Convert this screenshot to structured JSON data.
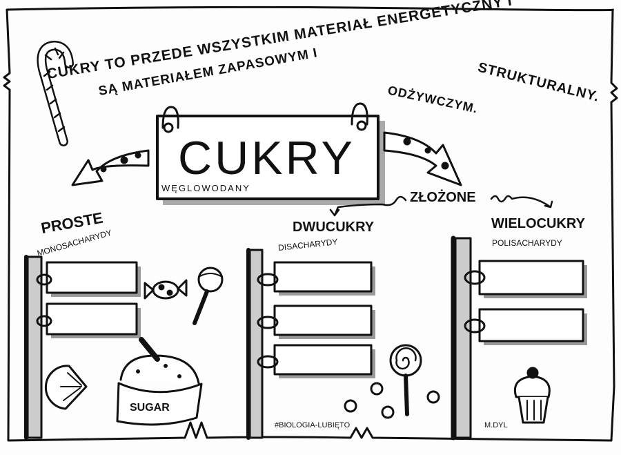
{
  "intro": {
    "line1": "CUKRY TO PRZEDE WSZYSTKIM MATERIAŁ ENERGETYCZNY I",
    "line1b": "STRUKTURALNY.",
    "line2": "SĄ MATERIAŁEM ZAPASOWYM I",
    "line2b": "ODŻYWCZYM."
  },
  "sign": {
    "title": "CUKRY",
    "subtitle": "WĘGLOWODANY"
  },
  "branches": {
    "complex": "ZŁOŻONE",
    "simple": {
      "title": "PROSTE",
      "subtitle": "MONOSACHARYDY",
      "empty_boxes": 2
    },
    "di": {
      "title": "DWUCUKRY",
      "subtitle": "DISACHARYDY",
      "empty_boxes": 3
    },
    "poly": {
      "title": "WIELOCUKRY",
      "subtitle": "POLISACHARYDY",
      "empty_boxes": 2
    }
  },
  "decorations": {
    "sugar_label": "SUGAR"
  },
  "footer": {
    "hashtag": "#BIOLOGIA-LUBIĘTO",
    "author": "M.DYL"
  },
  "colors": {
    "ink": "#111111",
    "shade": "#9a9a9a",
    "paper": "#fdfdfd"
  }
}
